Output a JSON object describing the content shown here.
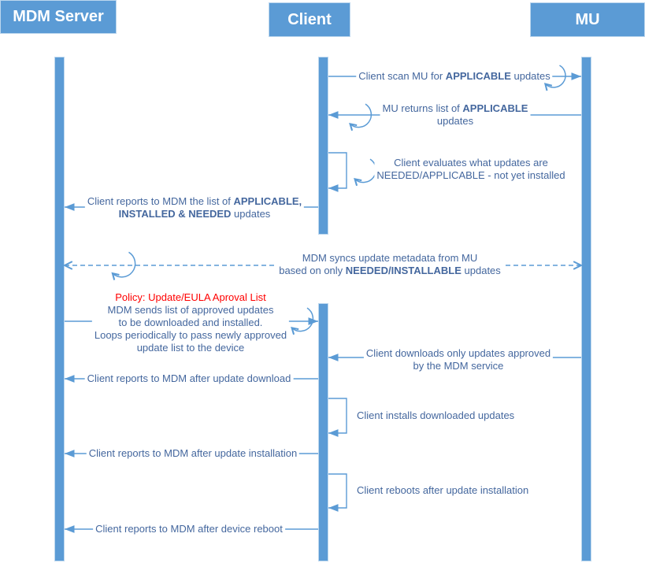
{
  "actors": [
    {
      "label": "MDM Server"
    },
    {
      "label": "Client"
    },
    {
      "label": "MU"
    }
  ],
  "colors": {
    "bar": "#5b9bd5",
    "bar_border": "#bdd7ee",
    "line": "#5b9bd5",
    "text": "#44679e",
    "policy": "#ff0000",
    "header_text": "#ffffff",
    "background": "#ffffff"
  },
  "messages": [
    {
      "name": "scan",
      "from": "Client",
      "to": "MU",
      "lines": [
        [
          {
            "t": "Client scan MU for "
          },
          {
            "t": "APPLICABLE",
            "b": true
          },
          {
            "t": " updates"
          }
        ]
      ]
    },
    {
      "name": "returns",
      "from": "MU",
      "to": "Client",
      "lines": [
        [
          {
            "t": "MU returns list of "
          },
          {
            "t": "APPLICABLE",
            "b": true
          }
        ],
        [
          {
            "t": "updates"
          }
        ]
      ]
    },
    {
      "name": "evaluates",
      "from": "Client",
      "to": "Client",
      "lines": [
        [
          {
            "t": "Client evaluates what updates are"
          }
        ],
        [
          {
            "t": "NEEDED/APPLICABLE - not yet installed"
          }
        ]
      ]
    },
    {
      "name": "reports-list",
      "from": "Client",
      "to": "MDM Server",
      "lines": [
        [
          {
            "t": "Client reports to MDM the list of "
          },
          {
            "t": "APPLICABLE,",
            "b": true
          }
        ],
        [
          {
            "t": "INSTALLED & NEEDED",
            "b": true
          },
          {
            "t": " updates"
          }
        ]
      ]
    },
    {
      "name": "sync",
      "from": "MDM Server",
      "to": "MU",
      "style": "dashed",
      "lines": [
        [
          {
            "t": "MDM syncs update metadata from MU"
          }
        ],
        [
          {
            "t": "based on only "
          },
          {
            "t": "NEEDED/INSTALLABLE",
            "b": true
          },
          {
            "t": " updates"
          }
        ]
      ]
    },
    {
      "name": "policy",
      "from": "MDM Server",
      "to": "Client",
      "lines": [
        [
          {
            "t": "Policy: Update/EULA Aproval List",
            "red": true
          }
        ],
        [
          {
            "t": "MDM sends list of approved updates"
          }
        ],
        [
          {
            "t": "to be downloaded and installed."
          }
        ],
        [
          {
            "t": "Loops periodically to pass newly approved"
          }
        ],
        [
          {
            "t": "update list to the device"
          }
        ]
      ]
    },
    {
      "name": "downloads",
      "from": "MU",
      "to": "Client",
      "lines": [
        [
          {
            "t": "Client downloads only updates approved"
          }
        ],
        [
          {
            "t": "by the MDM service"
          }
        ]
      ]
    },
    {
      "name": "report-download",
      "from": "Client",
      "to": "MDM Server",
      "lines": [
        [
          {
            "t": "Client reports to MDM after update download"
          }
        ]
      ]
    },
    {
      "name": "installs",
      "from": "Client",
      "to": "Client",
      "lines": [
        [
          {
            "t": "Client installs downloaded updates"
          }
        ]
      ]
    },
    {
      "name": "report-install",
      "from": "Client",
      "to": "MDM Server",
      "lines": [
        [
          {
            "t": "Client reports to MDM after update installation"
          }
        ]
      ]
    },
    {
      "name": "reboots",
      "from": "Client",
      "to": "Client",
      "lines": [
        [
          {
            "t": "Client reboots after update installation"
          }
        ]
      ]
    },
    {
      "name": "report-reboot",
      "from": "Client",
      "to": "MDM Server",
      "lines": [
        [
          {
            "t": "Client reports to MDM after device reboot"
          }
        ]
      ]
    }
  ]
}
